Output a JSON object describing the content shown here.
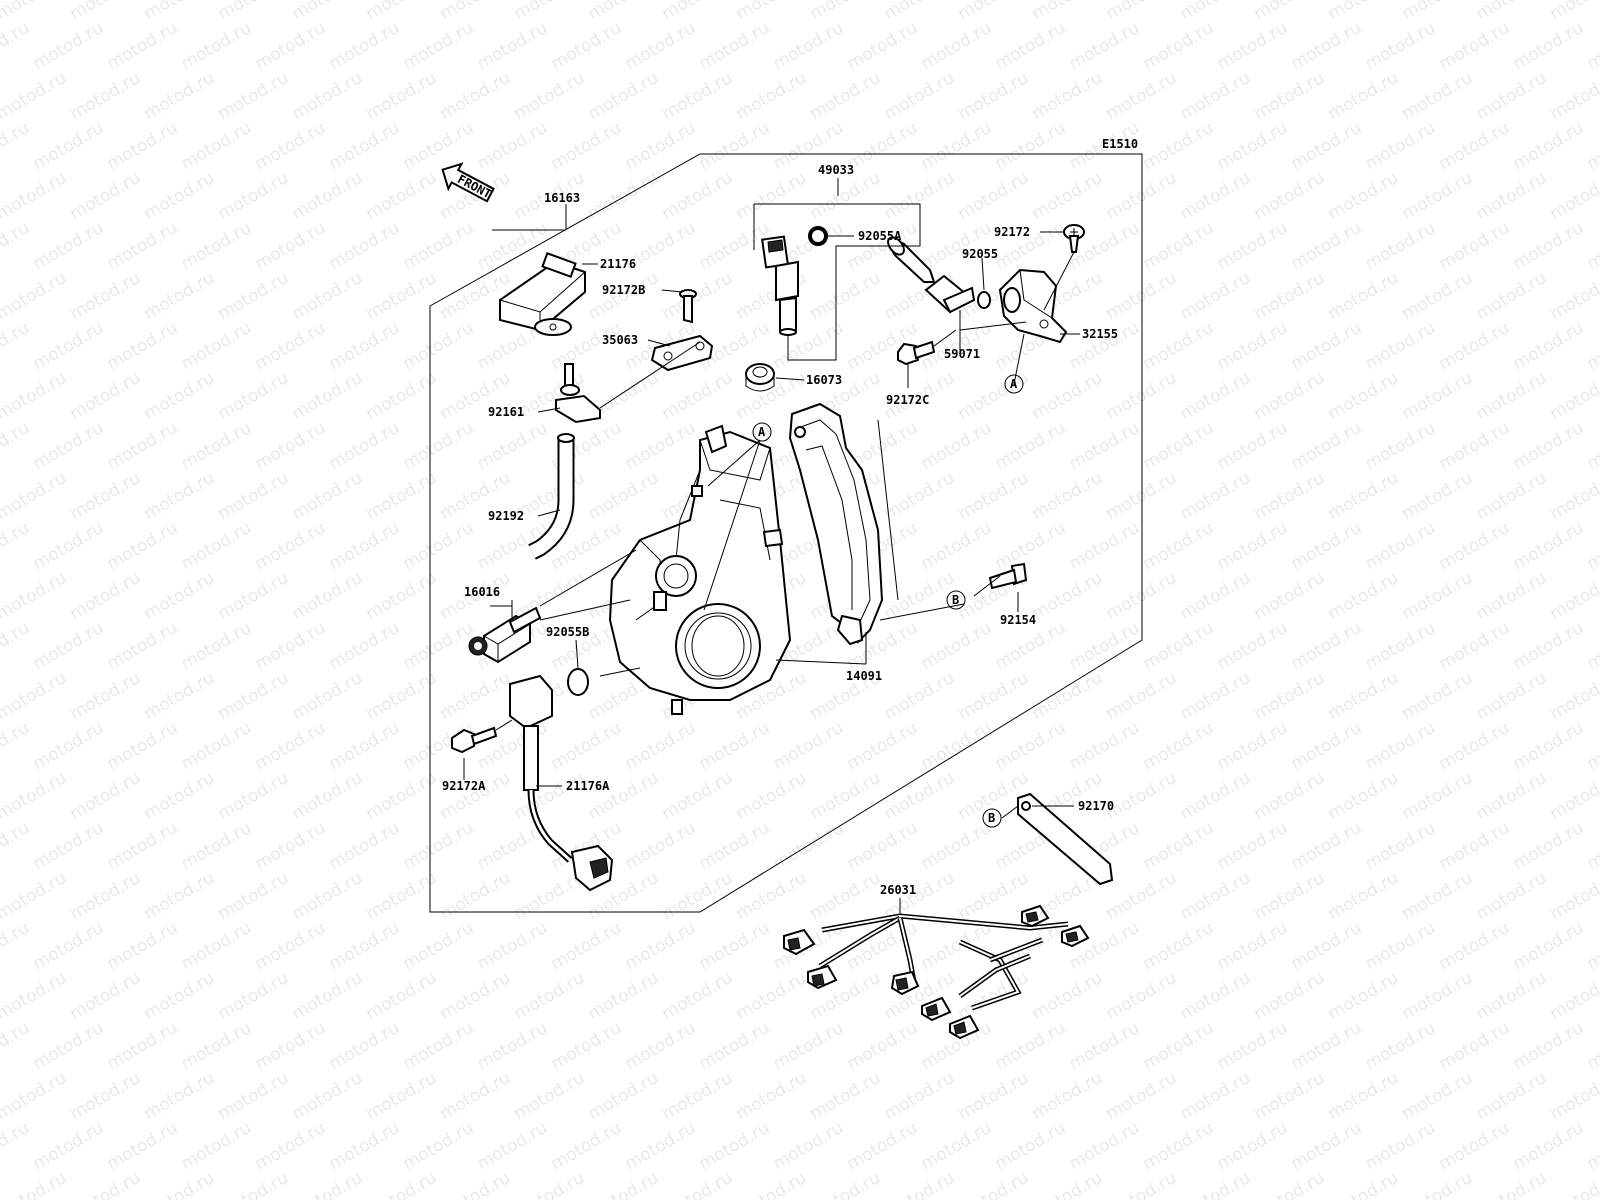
{
  "diagram_code": "E1510",
  "front_label": "FRONT",
  "watermark": "motod.ru",
  "callouts": {
    "a": "A",
    "b": "B"
  },
  "part_labels": {
    "p16163": "16163",
    "p21176": "21176",
    "p92172B": "92172B",
    "p35063": "35063",
    "p92161": "92161",
    "p92192": "92192",
    "p16016": "16016",
    "p92055B": "92055B",
    "p92172A": "92172A",
    "p21176A": "21176A",
    "p49033": "49033",
    "p92055A": "92055A",
    "p16073": "16073",
    "p92172": "92172",
    "p92055": "92055",
    "p32155": "32155",
    "p59071": "59071",
    "p92172C": "92172C",
    "p92154": "92154",
    "p14091": "14091",
    "p92170": "92170",
    "p26031": "26031"
  }
}
